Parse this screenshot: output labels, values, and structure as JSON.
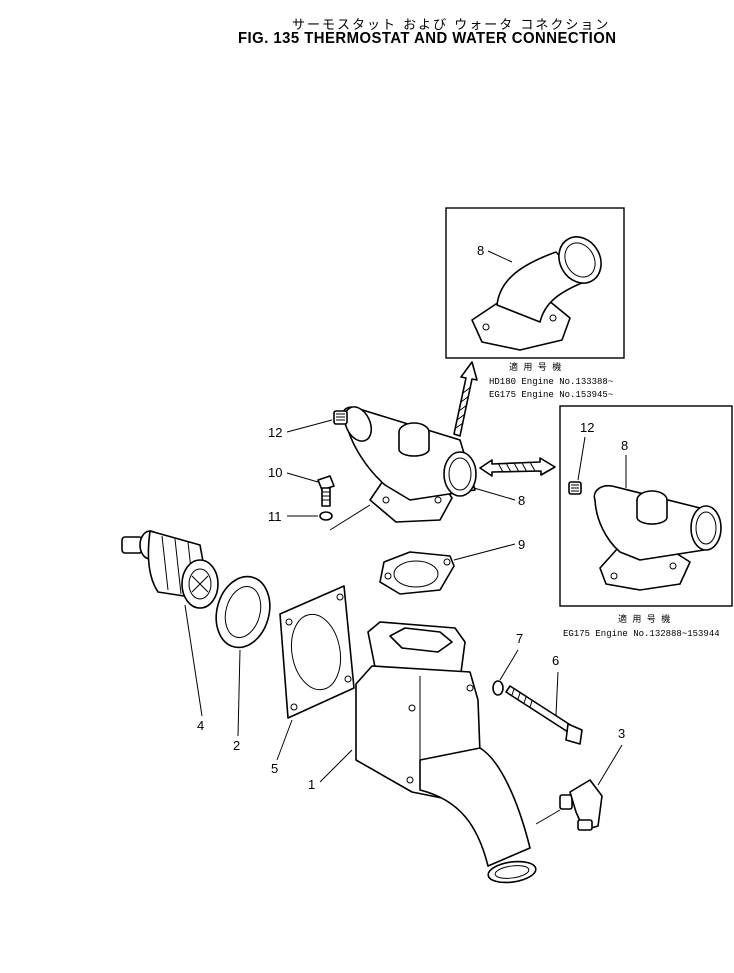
{
  "title": {
    "japanese": "サーモスタット および ウォータ コネクション",
    "english": "FIG. 135  THERMOSTAT AND WATER CONNECTION"
  },
  "callouts": {
    "c1": "1",
    "c2": "2",
    "c3": "3",
    "c4": "4",
    "c5": "5",
    "c6": "6",
    "c7": "7",
    "c8a": "8",
    "c8b": "8",
    "c8c": "8",
    "c9": "9",
    "c10": "10",
    "c11": "11",
    "c12a": "12",
    "c12b": "12"
  },
  "inset_top": {
    "label_jp": "適 用 号 機",
    "line1": "HD180 Engine No.133388~",
    "line2": "EG175 Engine No.153945~"
  },
  "inset_right": {
    "label_jp": "適 用 号 機",
    "line1": "EG175 Engine No.132888~153944"
  }
}
